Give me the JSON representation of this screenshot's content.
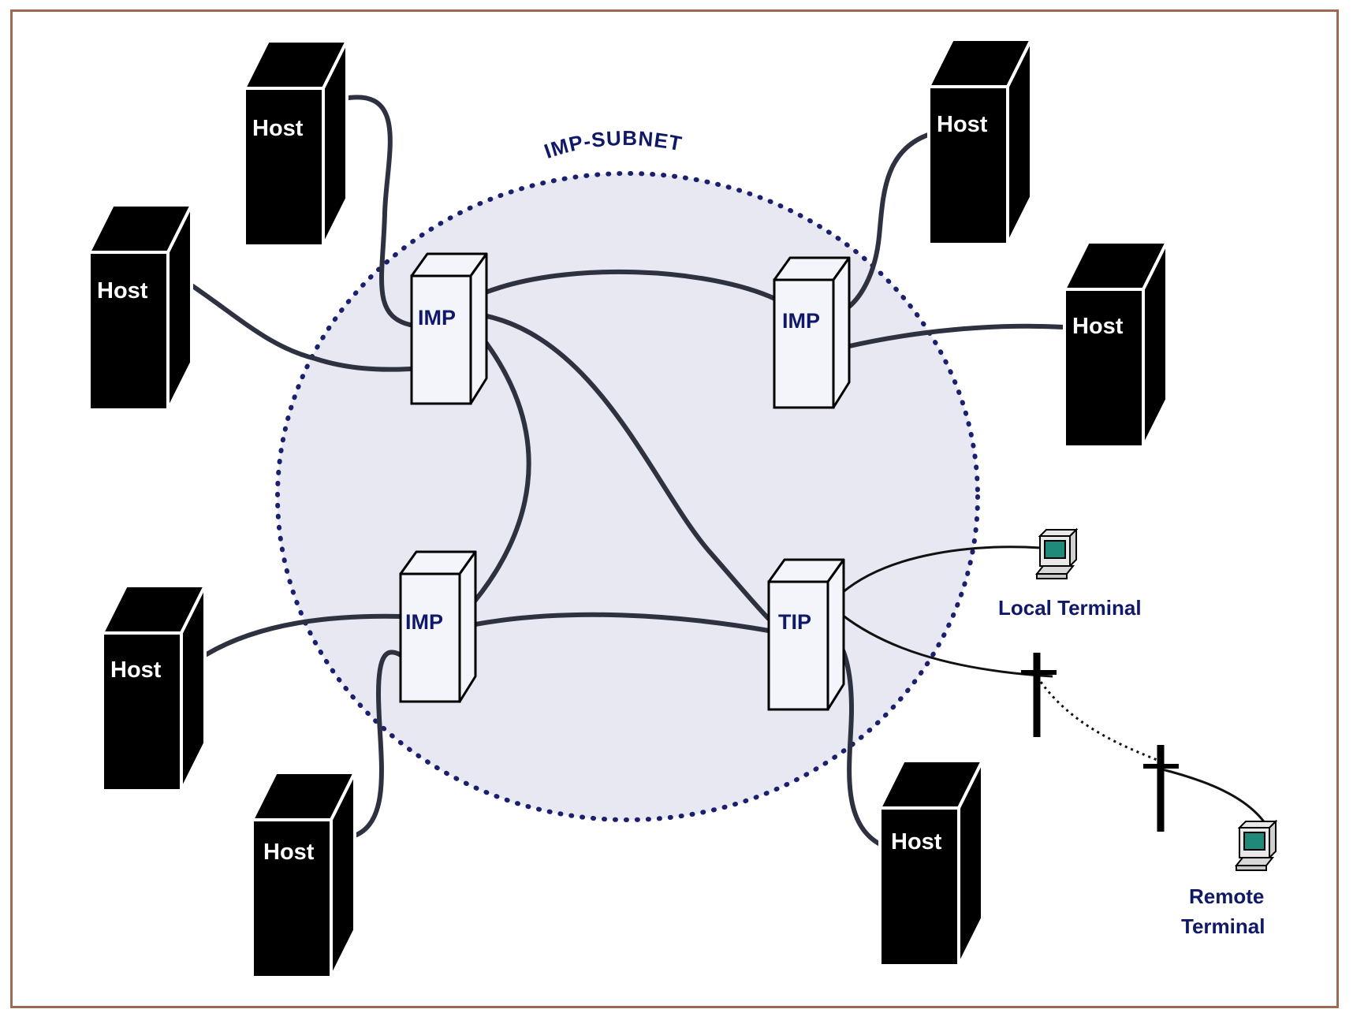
{
  "labels": {
    "subnet": "IMP-SUBNET",
    "host": "Host",
    "imp": "IMP",
    "tip": "TIP",
    "local_terminal": "Local Terminal",
    "remote_terminal_line1": "Remote",
    "remote_terminal_line2": "Terminal"
  },
  "colors": {
    "frame_border": "#9b6a52",
    "subnet_fill": "#e7e8f2",
    "subnet_dots": "#1a1f6e",
    "host_fill": "#000000",
    "node_fill": "#f4f5fb",
    "label_navy": "#101868",
    "cable": "#2d3140",
    "terminal_screen": "#1f8a7a"
  },
  "icons": {
    "host": "server-tower-icon",
    "imp": "imp-router-icon",
    "tip": "tip-router-icon",
    "terminal": "computer-terminal-icon",
    "antenna": "radio-antenna-icon"
  }
}
